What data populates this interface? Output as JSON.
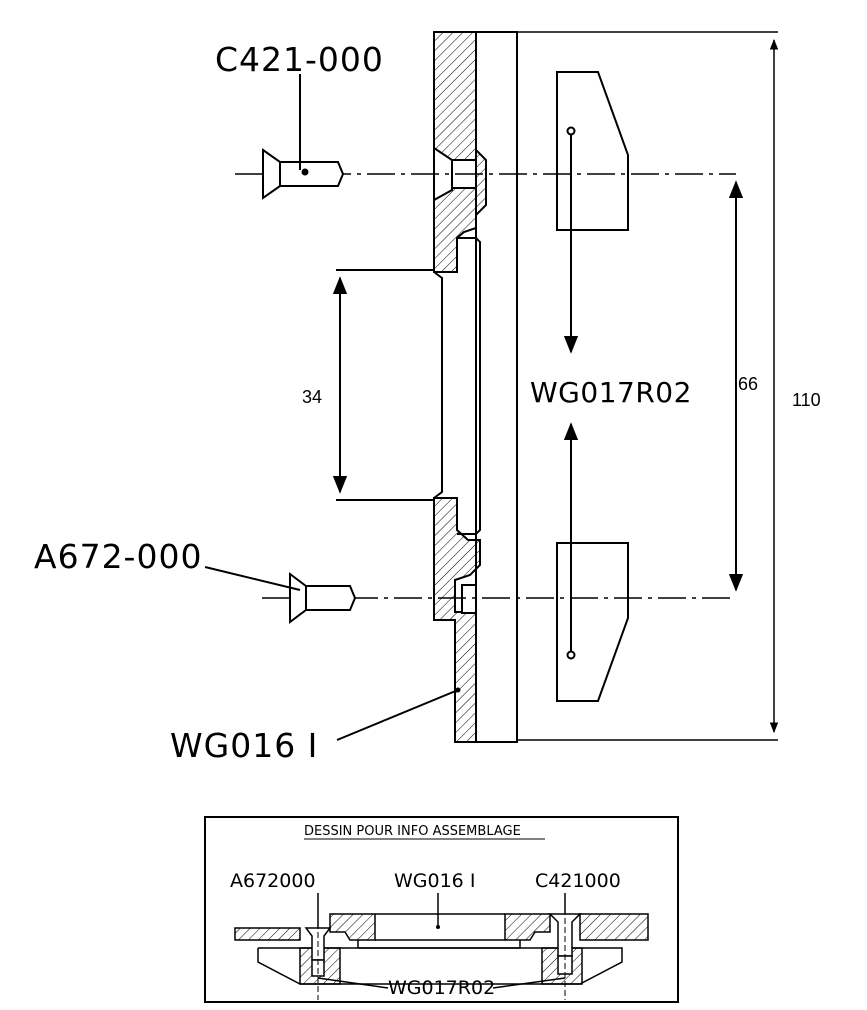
{
  "labels": {
    "c421": "C421-000",
    "a672": "A672-000",
    "wg016": "WG016 I",
    "wg017": "WG017R02"
  },
  "dimensions": {
    "d34": "34",
    "d66": "66",
    "d110": "110"
  },
  "inset": {
    "title": "DESSIN POUR INFO ASSEMBLAGE",
    "a672": "A672000",
    "wg016": "WG016 I",
    "c421": "C421000",
    "wg017": "WG017R02"
  }
}
